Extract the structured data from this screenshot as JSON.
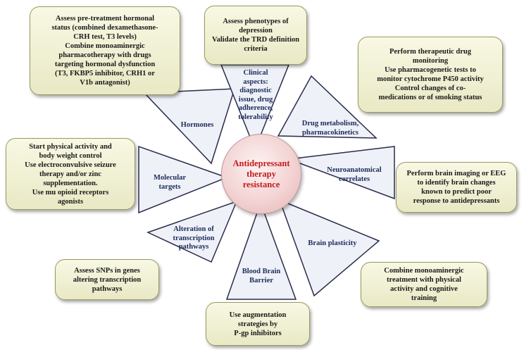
{
  "center": {
    "lines": [
      "Antidepressant",
      "therapy",
      "resistance"
    ]
  },
  "petals": [
    {
      "id": "clinical",
      "lines": [
        "Clinical",
        "aspects:",
        "diagnostic",
        "issue, drug",
        "adherence,",
        "tolerability"
      ]
    },
    {
      "id": "drug-metabolism",
      "lines": [
        "Drug metabolism,",
        "pharmacokinetics"
      ]
    },
    {
      "id": "neuroanatomical",
      "lines": [
        "Neuroanatomical",
        "correlates"
      ]
    },
    {
      "id": "brain-plasticity",
      "lines": [
        "Brain plasticity"
      ]
    },
    {
      "id": "blood-brain-barrier",
      "lines": [
        "Blood Brain",
        "Barrier"
      ]
    },
    {
      "id": "transcription",
      "lines": [
        "Alteration of",
        "transcription",
        "pathways"
      ]
    },
    {
      "id": "molecular-targets",
      "lines": [
        "Molecular",
        "targets"
      ]
    },
    {
      "id": "hormones",
      "lines": [
        "Hormones"
      ]
    }
  ],
  "boxes": [
    {
      "id": "hormones",
      "lines": [
        "Assess pre-treatment  hormonal",
        "status (combined  dexamethasone-",
        "CRH test, T3 levels)",
        "Combine monoaminergic",
        "pharmacotherapy  with drugs",
        "targeting hormonal dysfunction",
        "(T3, FKBP5 inhibitor, CRH1 or",
        "V1b antagonist)"
      ]
    },
    {
      "id": "clinical",
      "lines": [
        "Assess phenotypes  of",
        "depression",
        "Validate  the TRD definition",
        "criteria"
      ]
    },
    {
      "id": "drug-metabolism",
      "lines": [
        "Perform  therapeutic drug",
        "monitoring",
        "Use pharmacogenetic  tests to",
        "monitor cytochrome  P450 activity",
        "Control  changes of co-",
        "medications  or of smoking status"
      ]
    },
    {
      "id": "molecular-targets",
      "lines": [
        "Start physical activity  and",
        "body weight control",
        "Use electroconvulsive  seizure",
        "therapy  and/or zinc",
        "supplementation.",
        "Use mu opioid  receptors",
        "agonists"
      ]
    },
    {
      "id": "neuroanatomical",
      "lines": [
        "Perform brain imaging or EEG",
        "to identify brain changes",
        "known to predict poor",
        "response to antidepressants"
      ]
    },
    {
      "id": "transcription",
      "lines": [
        "Assess SNPs in genes",
        "altering transcription",
        "pathways"
      ]
    },
    {
      "id": "brain-plasticity",
      "lines": [
        "Combine  monoaminergic",
        "treatment  with physical",
        "activity  and cognitive",
        "training"
      ]
    },
    {
      "id": "blood-brain-barrier",
      "lines": [
        "Use augmentation",
        "strategies by",
        "P-gp inhibitors"
      ]
    }
  ]
}
